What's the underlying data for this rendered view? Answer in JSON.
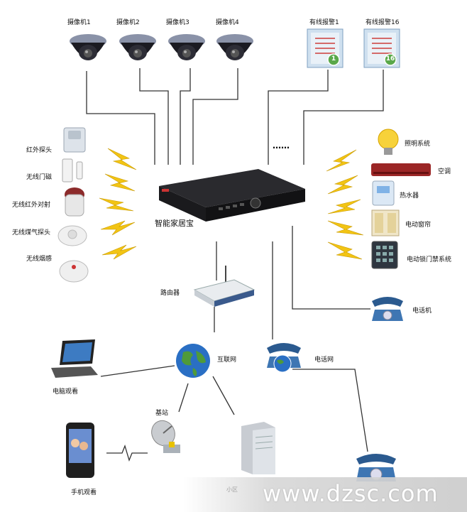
{
  "cameras": [
    "摄像机1",
    "摄像机2",
    "摄像机3",
    "摄像机4"
  ],
  "alarms": [
    {
      "label": "有线报警1",
      "badge": "1"
    },
    {
      "label": "有线报警16",
      "badge": "16"
    }
  ],
  "ellipsis": "……",
  "sensors": [
    "红外探头",
    "无线门磁",
    "无线红外对射",
    "无线煤气探头",
    "无线烟感"
  ],
  "appliances": [
    "照明系统",
    "空调",
    "热水器",
    "电动窗帘",
    "电动锁门禁系统"
  ],
  "hub": "智能家居宝",
  "router": "路由器",
  "telephone": "电话机",
  "internet": "互联网",
  "phone_network": "电话网",
  "laptop": "电脑观看",
  "base_station": "基站",
  "mobile": "手机观看",
  "community": "小区",
  "watermark": "www.dzsc.com",
  "colors": {
    "line": "#333333",
    "bolt": "#f2c414",
    "globe_blue": "#2a6fc4",
    "globe_green": "#4f9a3a"
  }
}
